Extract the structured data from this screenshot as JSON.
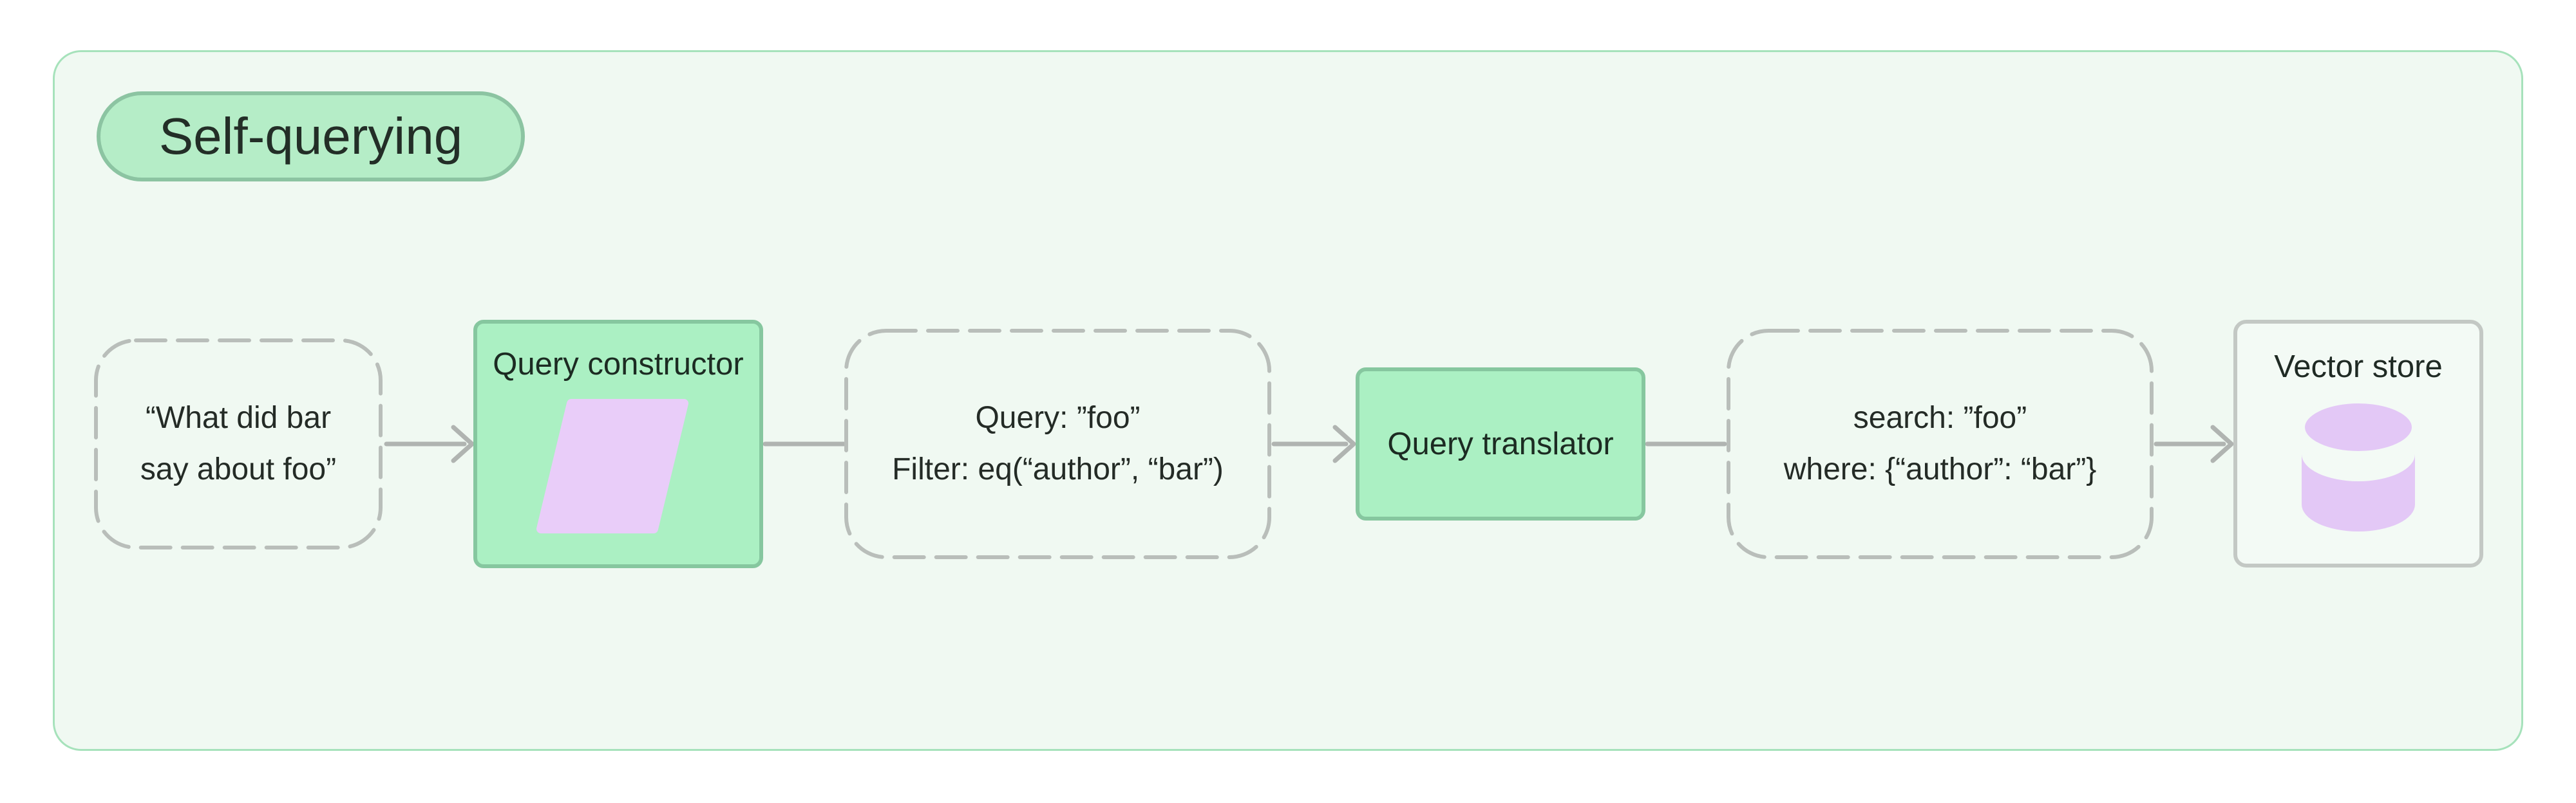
{
  "title_badge": "Self-querying",
  "nodes": {
    "user_query": {
      "line1": "“What did bar",
      "line2": "say about foo”"
    },
    "query_constructor": {
      "label": "Query constructor"
    },
    "structured_query": {
      "line1": "Query: ”foo”",
      "line2": "Filter: eq(“author”, “bar”)"
    },
    "query_translator": {
      "label": "Query translator"
    },
    "translated_query": {
      "line1": "search: ”foo”",
      "line2": "where: {“author”: “bar”}"
    },
    "vector_store": {
      "label": "Vector store"
    }
  },
  "colors": {
    "page_bg": "#ffffff",
    "panel_bg": "#f0f9f2",
    "panel_border": "#a6e2bb",
    "badge_bg": "#b5edc7",
    "badge_border": "#8cc4a2",
    "green_node_bg": "#abf0c3",
    "green_node_border": "#86c79f",
    "dashed_border": "#b9beba",
    "connector": "#b0b4b1",
    "store_bg": "#f3faf5",
    "store_border": "#c3c8c4",
    "parallelogram_purple": "#e9cdf9",
    "database_purple": "#e3c8f6",
    "text_dark": "#242b26"
  }
}
